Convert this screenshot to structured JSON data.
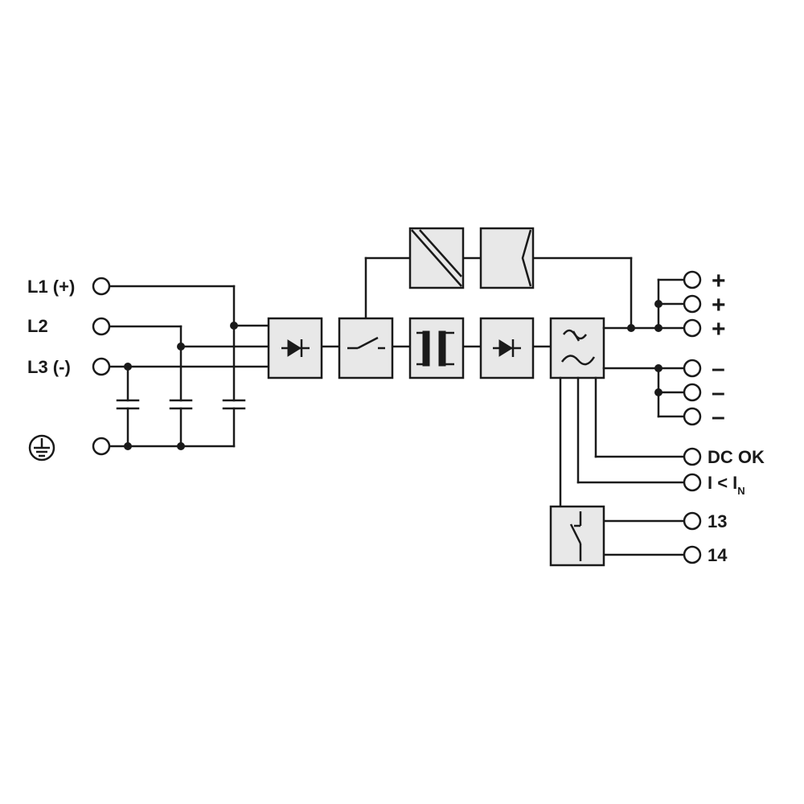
{
  "inputs": {
    "l1": "L1 (+)",
    "l2": "L2",
    "l3": "L3 (-)"
  },
  "outputs": {
    "plus": "+",
    "minus": "–",
    "dc_ok": "DC OK",
    "current_prefix": "I < I",
    "current_sub": "N",
    "contact_13": "13",
    "contact_14": "14"
  },
  "colors": {
    "line": "#1a1a1a",
    "box_fill": "#e8e8e8",
    "background": "#ffffff"
  },
  "icons": [
    "ground-icon",
    "diode-icon",
    "switch-icon",
    "transformer-icon",
    "filter-icon",
    "relay-icon"
  ]
}
